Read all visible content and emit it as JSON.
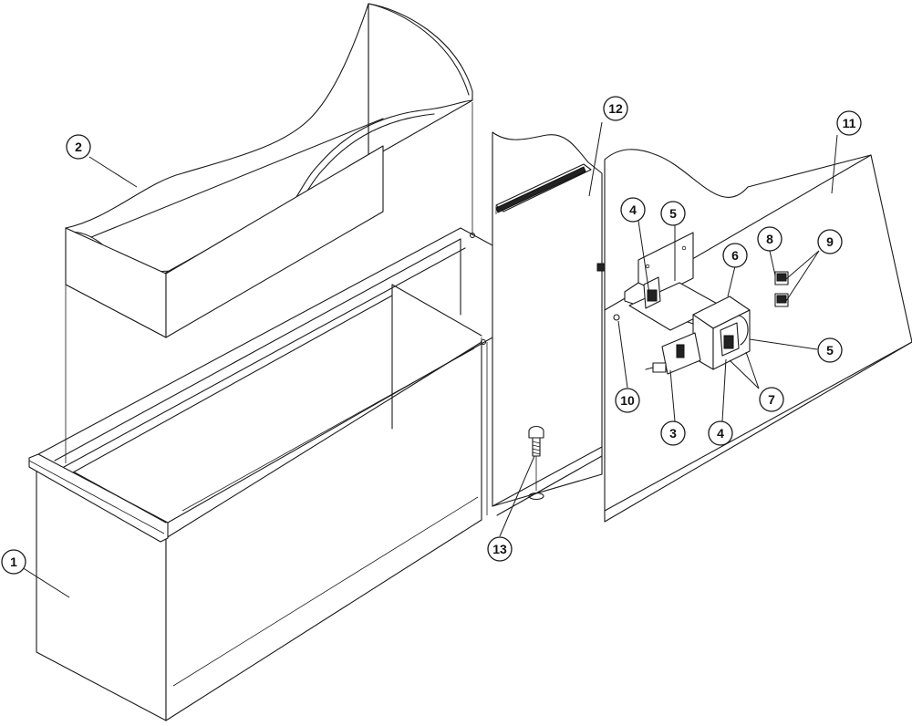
{
  "callouts": [
    {
      "id": "c1",
      "label": "1"
    },
    {
      "id": "c2",
      "label": "2"
    },
    {
      "id": "c3",
      "label": "3"
    },
    {
      "id": "c4a",
      "label": "4"
    },
    {
      "id": "c4b",
      "label": "4"
    },
    {
      "id": "c5a",
      "label": "5"
    },
    {
      "id": "c5b",
      "label": "5"
    },
    {
      "id": "c6",
      "label": "6"
    },
    {
      "id": "c7",
      "label": "7"
    },
    {
      "id": "c8",
      "label": "8"
    },
    {
      "id": "c9",
      "label": "9"
    },
    {
      "id": "c10",
      "label": "10"
    },
    {
      "id": "c11",
      "label": "11"
    },
    {
      "id": "c12",
      "label": "12"
    },
    {
      "id": "c13",
      "label": "13"
    }
  ]
}
